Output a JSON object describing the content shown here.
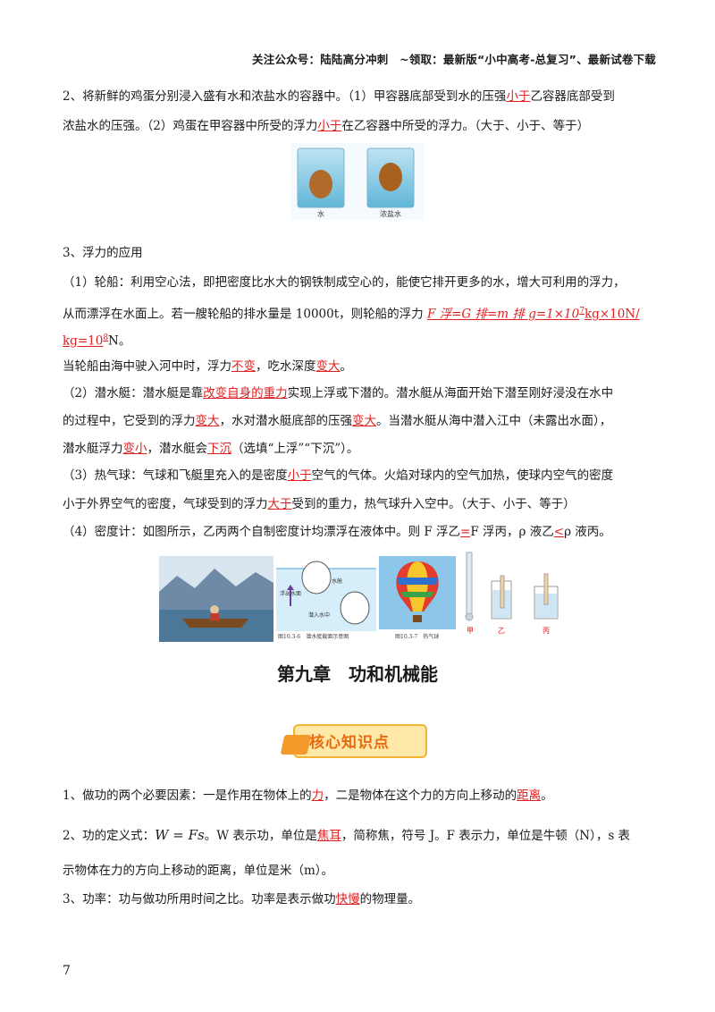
{
  "header": "关注公众号：陆陆高分冲刺　~领取：最新版“小中高考-总复习”、最新试卷下载",
  "q2": {
    "l1_a": "2、将新鲜的鸡蛋分别浸入盛有水和浓盐水的容器中。（1）甲容器底部受到水的压强",
    "l1_ans": "小于",
    "l1_b": "乙容器底部受到",
    "l2_a": "浓盐水的压强。（2）鸡蛋在甲容器中所受的浮力",
    "l2_ans": "小于",
    "l2_b": "在乙容器中所受的浮力。（大于、小于、等于）",
    "beaker1_label": "水",
    "beaker2_label": "浓盐水"
  },
  "s3": {
    "title": "3、浮力的应用",
    "ship_l1": "（1）轮船：利用空心法，即把密度比水大的钢铁制成空心的，能使它排开更多的水，增大可利用的浮力，",
    "ship_l2_a": "从而漂浮在水面上。若一艘轮船的排水量是 10000t，则轮船的浮力 ",
    "ship_l2_ans": "F 浮=G 排=m 排 g=1×10",
    "ship_l2_sup": "7",
    "ship_l2_ans2": "kg×10N/",
    "ship_l3_ans": "kg=10",
    "ship_l3_sup": "8",
    "ship_l3_b": "N。",
    "river_a": "当轮船由海中驶入河中时，浮力",
    "river_ans1": "不变",
    "river_b": "，吃水深度",
    "river_ans2": "变大",
    "river_c": "。",
    "sub_l1_a": "（2）潜水艇：潜水艇是靠",
    "sub_l1_ans": "改变自身的重力",
    "sub_l1_b": "实现上浮或下潜的。潜水艇从海面开始下潜至刚好浸没在水中",
    "sub_l2_a": "的过程中，它受到的浮力",
    "sub_l2_ans1": "变大",
    "sub_l2_b": "，水对潜水艇底部的压强",
    "sub_l2_ans2": "变大",
    "sub_l2_c": "。当潜水艇从海中潜入江中（未露出水面），",
    "sub_l3_a": "潜水艇浮力",
    "sub_l3_ans1": "变小",
    "sub_l3_b": "，潜水艇会",
    "sub_l3_ans2": "下沉",
    "sub_l3_c": "（选填“上浮”“下沉”）。",
    "bal_l1_a": "（3）热气球：气球和飞艇里充入的是密度",
    "bal_l1_ans": "小于",
    "bal_l1_b": "空气的气体。火焰对球内的空气加热，使球内空气的密度",
    "bal_l2_a": "小于外界空气的密度，气球受到的浮力",
    "bal_l2_ans": "大于",
    "bal_l2_b": "受到的重力，热气球升入空中。（大于、小于、等于）",
    "hyd_a": "（4）密度计：如图所示，乙丙两个自制密度计均漂浮在液体中。则 F 浮乙",
    "hyd_ans1": "=",
    "hyd_b": "F 浮丙，ρ 液乙",
    "hyd_ans2": "<",
    "hyd_c": "ρ 液丙。"
  },
  "figs": {
    "sub_label1": "浮出水面",
    "sub_label2": "水舱",
    "sub_label3": "潜入水中",
    "cap1": "图10.3-6　潜水艇截面示意图",
    "cap2": "图10.3-7　热气球",
    "cap_jia": "甲",
    "cap_yi": "乙",
    "cap_bing": "丙"
  },
  "ch9": {
    "title": "第九章　功和机械能",
    "badge": "核心知识点",
    "p1_a": "1、做功的两个必要因素：一是作用在物体上的",
    "p1_ans1": "力",
    "p1_b": "，二是物体在这个力的方向上移动的",
    "p1_ans2": "距离",
    "p1_c": "。",
    "p2_a": "2、功的定义式：",
    "p2_formula": "W = Fs",
    "p2_b": "。W 表示功，单位是",
    "p2_ans": "焦耳",
    "p2_c": "，简称焦，符号 J。F 表示力，单位是牛顿（N），s 表",
    "p3": "示物体在力的方向上移动的距离，单位是米（m）。",
    "p4_a": "3、功率：功与做功所用时间之比。功率是表示做功",
    "p4_ans": "快慢",
    "p4_b": "的物理量。"
  },
  "page_number": "7"
}
